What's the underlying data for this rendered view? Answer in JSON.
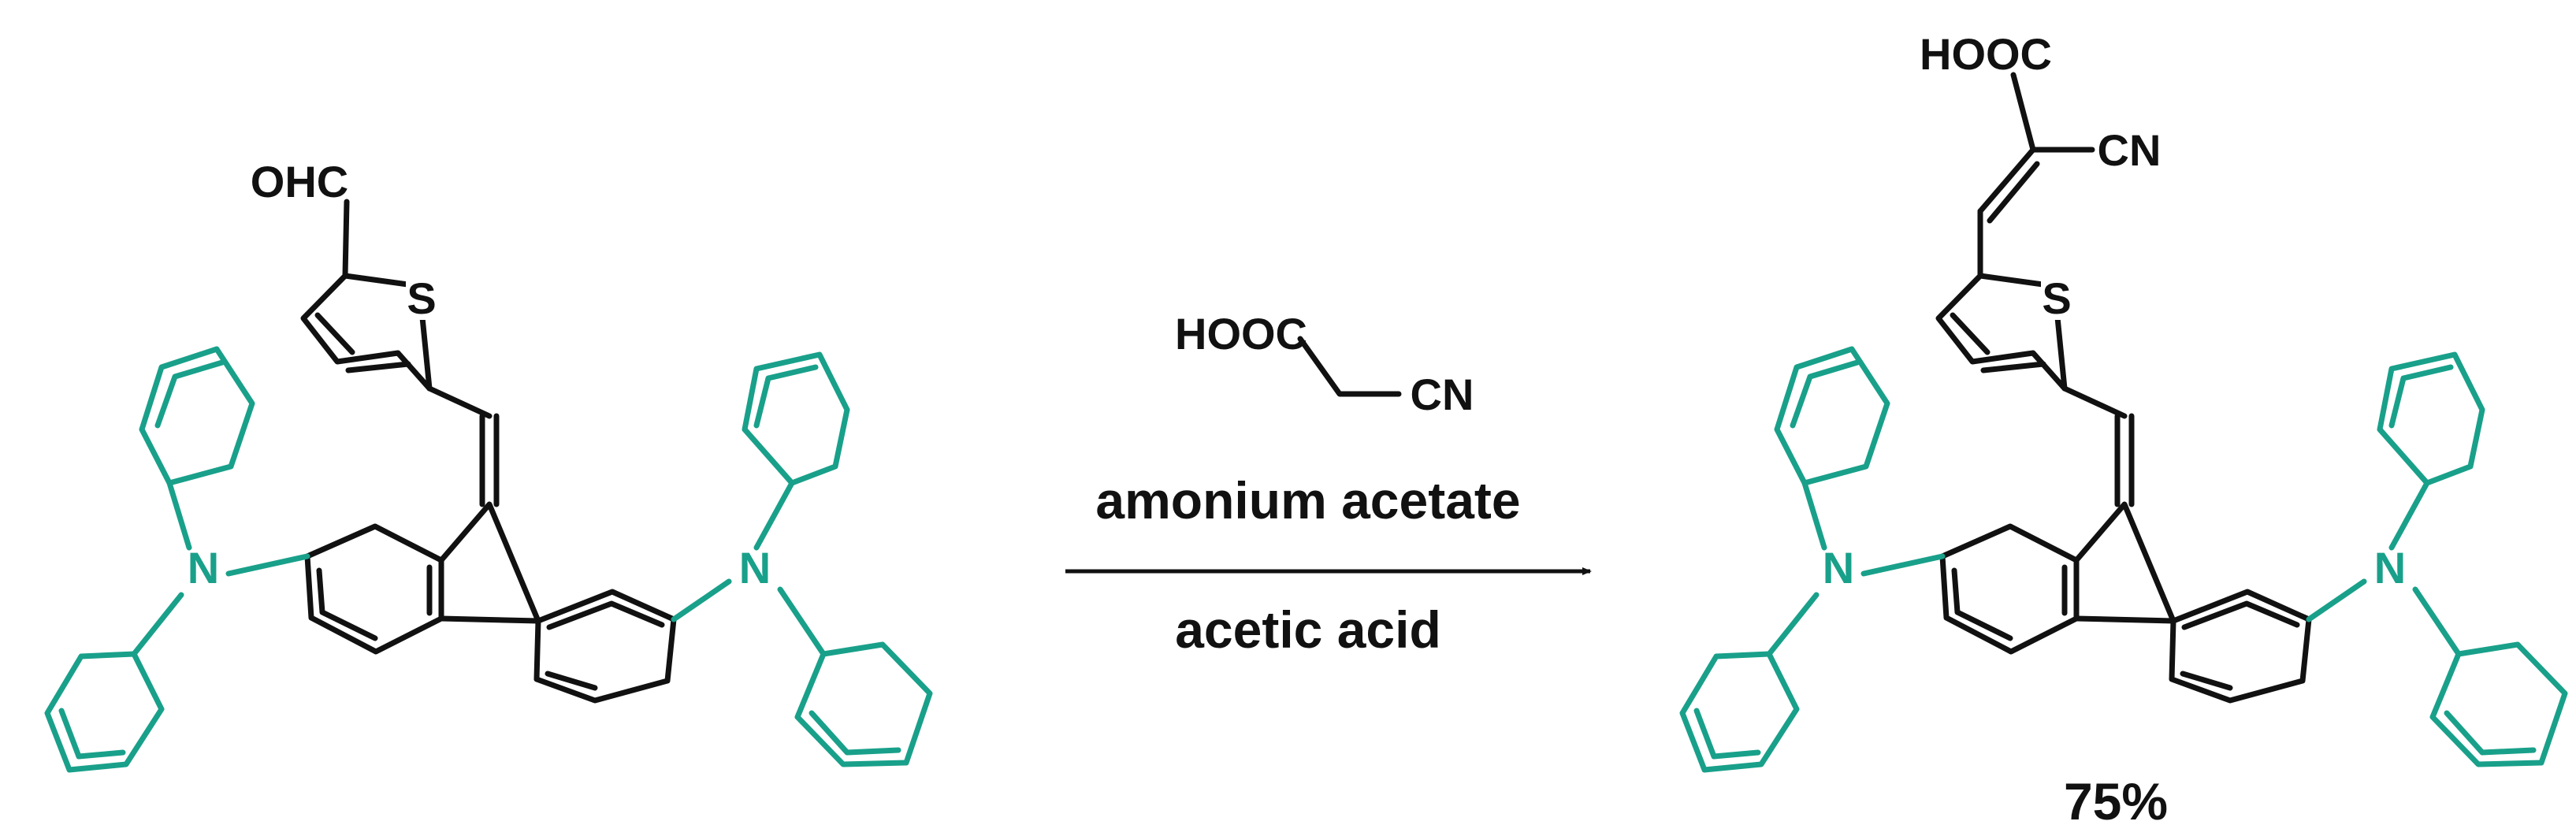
{
  "reactant": {
    "aldehyde_label": "OHC",
    "sulfur_label": "S",
    "nitrogen_left_label": "N",
    "nitrogen_right_label": "N"
  },
  "reagent": {
    "acid_label": "HOOC",
    "nitrile_label": "CN"
  },
  "conditions": {
    "above_arrow": "amonium acetate",
    "below_arrow": "acetic acid"
  },
  "product": {
    "acid_label": "HOOC",
    "nitrile_label": "CN",
    "sulfur_label": "S",
    "nitrogen_left_label": "N",
    "nitrogen_right_label": "N",
    "yield": "75%"
  },
  "colors": {
    "bond": "#111111",
    "triphenylamine": "#19a08a"
  }
}
